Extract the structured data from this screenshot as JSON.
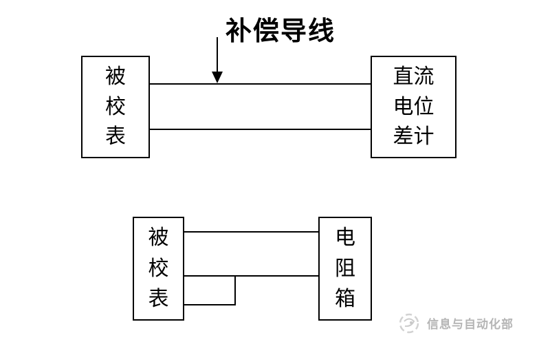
{
  "colors": {
    "line": "#000000",
    "background": "#ffffff",
    "watermark": "#b5b5b5"
  },
  "title": {
    "label": "补偿导线"
  },
  "top_diagram": {
    "left_box": {
      "label": "被校表",
      "chars": [
        "被",
        "校",
        "表"
      ]
    },
    "right_box": {
      "label": "直流电位差计",
      "rows": [
        "直流",
        "电位",
        "差计"
      ]
    }
  },
  "bottom_diagram": {
    "left_box": {
      "label": "被校表",
      "chars": [
        "被",
        "校",
        "表"
      ]
    },
    "right_box": {
      "label": "电阻箱",
      "chars": [
        "电",
        "阻",
        "箱"
      ]
    }
  },
  "watermark": {
    "label": "信息与自动化部"
  }
}
